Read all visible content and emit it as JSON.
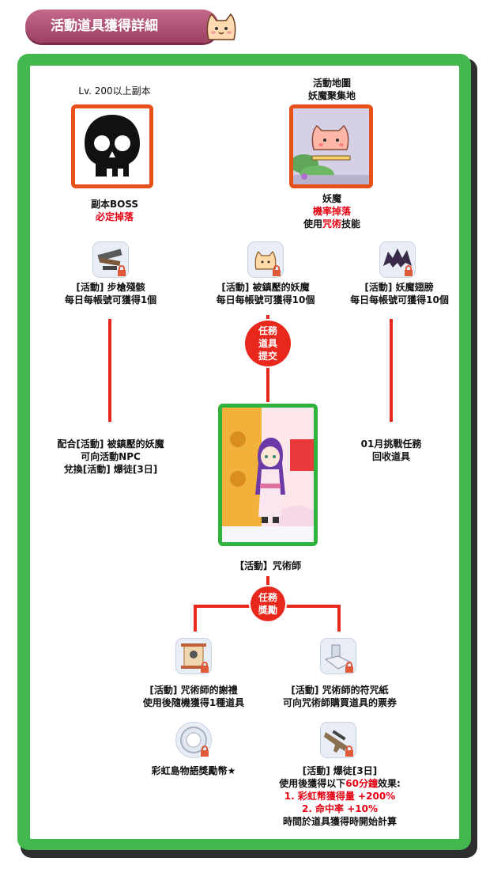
{
  "header": {
    "title": "活動道具獲得詳細"
  },
  "left_source": {
    "title": "Lv. 200以上副本",
    "name": "副本BOSS",
    "drop": "必定掉落"
  },
  "right_source": {
    "title_line1": "活動地圖",
    "title_line2": "妖魔聚集地",
    "name": "妖魔",
    "drop": "機率掉落",
    "skill_prefix": "使用",
    "skill_highlight": "咒術",
    "skill_suffix": "技能"
  },
  "items_row1": [
    {
      "name": "[活動] 步槍殘骸",
      "note": "每日每帳號可獲得1個",
      "icon": "rifle-parts-icon"
    },
    {
      "name": "[活動] 被鎮壓的妖魔",
      "note": "每日每帳號可獲得10個",
      "icon": "sealed-monster-icon"
    },
    {
      "name": "[活動] 妖魔翅膀",
      "note": "每日每帳號可獲得10個",
      "icon": "bat-wing-icon"
    }
  ],
  "submit_circle": {
    "l1": "任務",
    "l2": "道具",
    "l3": "提交"
  },
  "left_note": {
    "l1": "配合[活動] 被鎮壓的妖魔",
    "l2": "可向活動NPC",
    "l3": "兌換[活動] 爆徒[3日]"
  },
  "right_note": {
    "l1": "01月挑戰任務",
    "l2": "回收道具"
  },
  "npc": {
    "name": "【活動】咒術師"
  },
  "reward_circle": {
    "l1": "任務",
    "l2": "獎勵"
  },
  "rewards": [
    {
      "name": "[活動] 咒術師的謝禮",
      "note": "使用後隨機獲得1種道具",
      "icon": "gift-scroll-icon"
    },
    {
      "name": "[活動] 咒術師的符咒紙",
      "note": "可向咒術師購買道具的票券",
      "icon": "talisman-paper-icon"
    },
    {
      "name": "彩虹島物語獎勵幣★",
      "icon": "reward-coin-icon"
    },
    {
      "name": "[活動] 爆徒[3日]",
      "icon": "rifle-icon",
      "desc_prefix": "使用後獲得以下",
      "desc_highlight": "60分鐘",
      "desc_suffix": "效果:",
      "effect1": "1. 彩虹幣獲得量 +200%",
      "effect2": "2. 命中率 +10%",
      "footer": "時間於道具獲得時開始計算"
    }
  ],
  "colors": {
    "frame": "#42b84e",
    "accent_red": "#e60012",
    "header": "#b0507a",
    "box_orange": "#e8501a"
  }
}
